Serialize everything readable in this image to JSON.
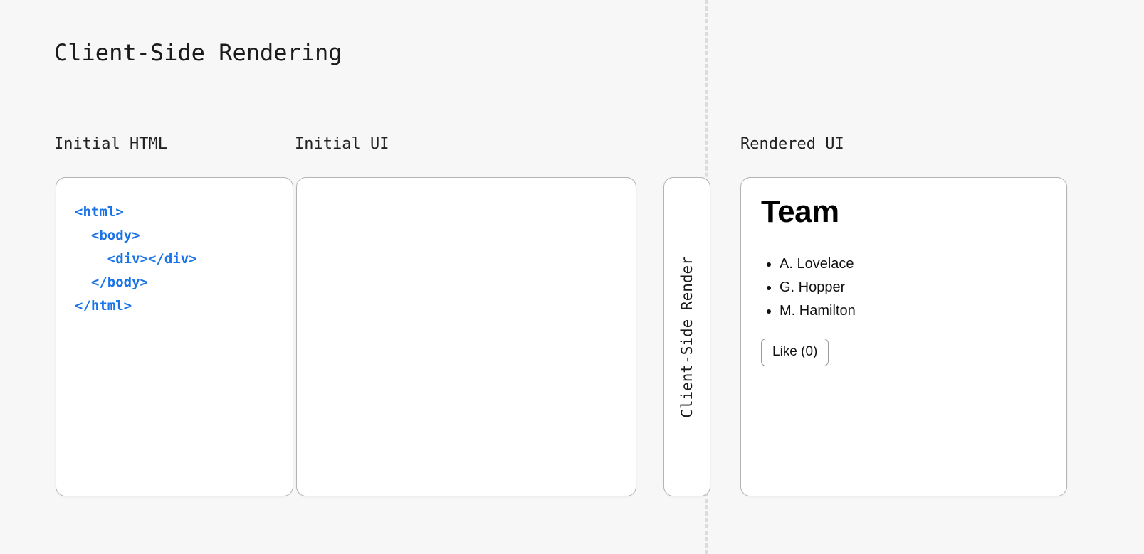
{
  "page": {
    "title": "Client-Side Rendering",
    "background_color": "#f7f7f7",
    "accent_code_color": "#1a73e8"
  },
  "divider": {
    "style": "dashed",
    "color": "#dcdcdc"
  },
  "columns": {
    "initial_html_caption": "Initial HTML",
    "initial_ui_caption": "Initial UI",
    "rendered_ui_caption": "Rendered UI"
  },
  "initial_html_panel": {
    "code": "<html>\n  <body>\n    <div></div>\n  </body>\n</html>"
  },
  "initial_ui_panel": {
    "content": ""
  },
  "render_step": {
    "label": "Client-Side Render"
  },
  "rendered_ui_panel": {
    "heading": "Team",
    "list": [
      "A. Lovelace",
      "G. Hopper",
      "M. Hamilton"
    ],
    "like_button_label": "Like (0)"
  }
}
